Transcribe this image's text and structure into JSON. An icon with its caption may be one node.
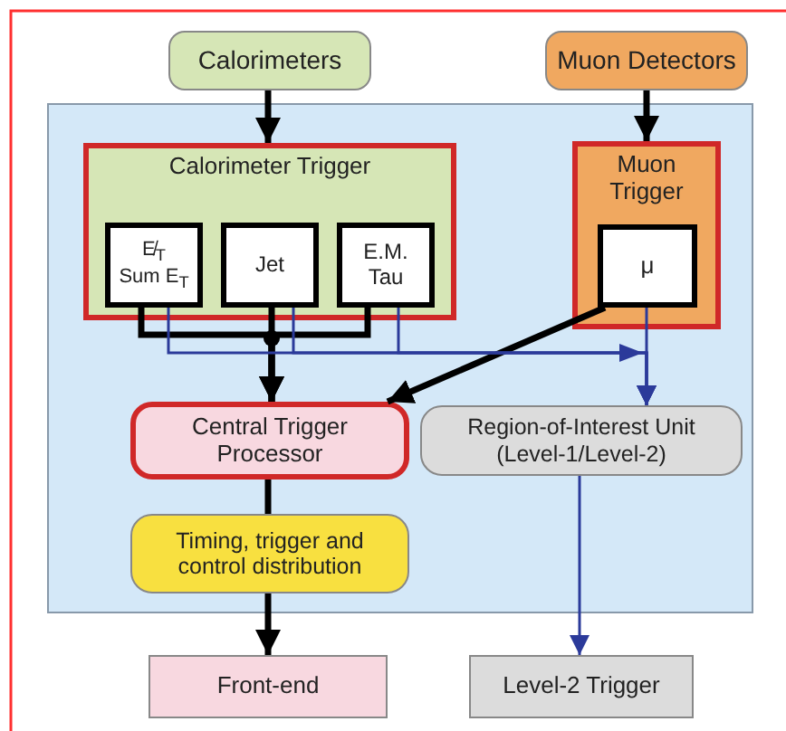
{
  "diagram": {
    "nodes": [
      {
        "text": [
          "Calorimeters"
        ]
      },
      {
        "text": [
          "Muon Detectors"
        ]
      },
      {
        "text": [],
        "shape": "box"
      },
      {
        "text": [
          "Calorimeter Trigger"
        ],
        "in": 2
      },
      {
        "text": [
          "E̸$_{T}$",
          "Sum E$_{T}$"
        ],
        "in": 3
      },
      {
        "text": [
          "Jet"
        ],
        "in": 3
      },
      {
        "text": [
          "E.M. Tau"
        ],
        "in": 3
      },
      {
        "text": [
          "Muon Trigger"
        ],
        "in": 2
      },
      {
        "text": [
          "μ"
        ],
        "in": 7
      },
      {
        "text": [
          "Central Trigger Processor"
        ],
        "in": 2
      },
      {
        "text": [
          "Region-of-Interest Unit",
          "(Level-1/Level-2)"
        ],
        "in": 2
      },
      {
        "text": [
          "Timing, trigger and control distribution"
        ],
        "in": 2
      },
      {
        "text": [
          "Front-end"
        ]
      },
      {
        "text": [
          "Level-2 Trigger"
        ]
      }
    ],
    "edges": [
      {
        "from": 0,
        "to": 3,
        "arrow": "to"
      },
      {
        "from": 1,
        "to": 7,
        "arrow": "to"
      },
      {
        "from": 4,
        "to": 9,
        "arrow": "to"
      },
      {
        "from": 5,
        "to": 9,
        "arrow": "to"
      },
      {
        "from": 6,
        "to": 9,
        "arrow": "to"
      },
      {
        "from": 8,
        "to": 9,
        "arrow": "to"
      },
      {
        "from": 4,
        "to": 10,
        "arrow": "to",
        "color": "#2b3a9a"
      },
      {
        "from": 5,
        "to": 10,
        "arrow": "to",
        "color": "#2b3a9a"
      },
      {
        "from": 6,
        "to": 10,
        "arrow": "to",
        "color": "#2b3a9a"
      },
      {
        "from": 8,
        "to": 10,
        "arrow": "to",
        "color": "#2b3a9a"
      },
      {
        "from": 9,
        "to": 11,
        "arrow": "none"
      },
      {
        "from": 11,
        "to": 12,
        "arrow": "to"
      },
      {
        "from": 10,
        "to": 13,
        "arrow": "to",
        "color": "#2b3a9a"
      }
    ]
  }
}
